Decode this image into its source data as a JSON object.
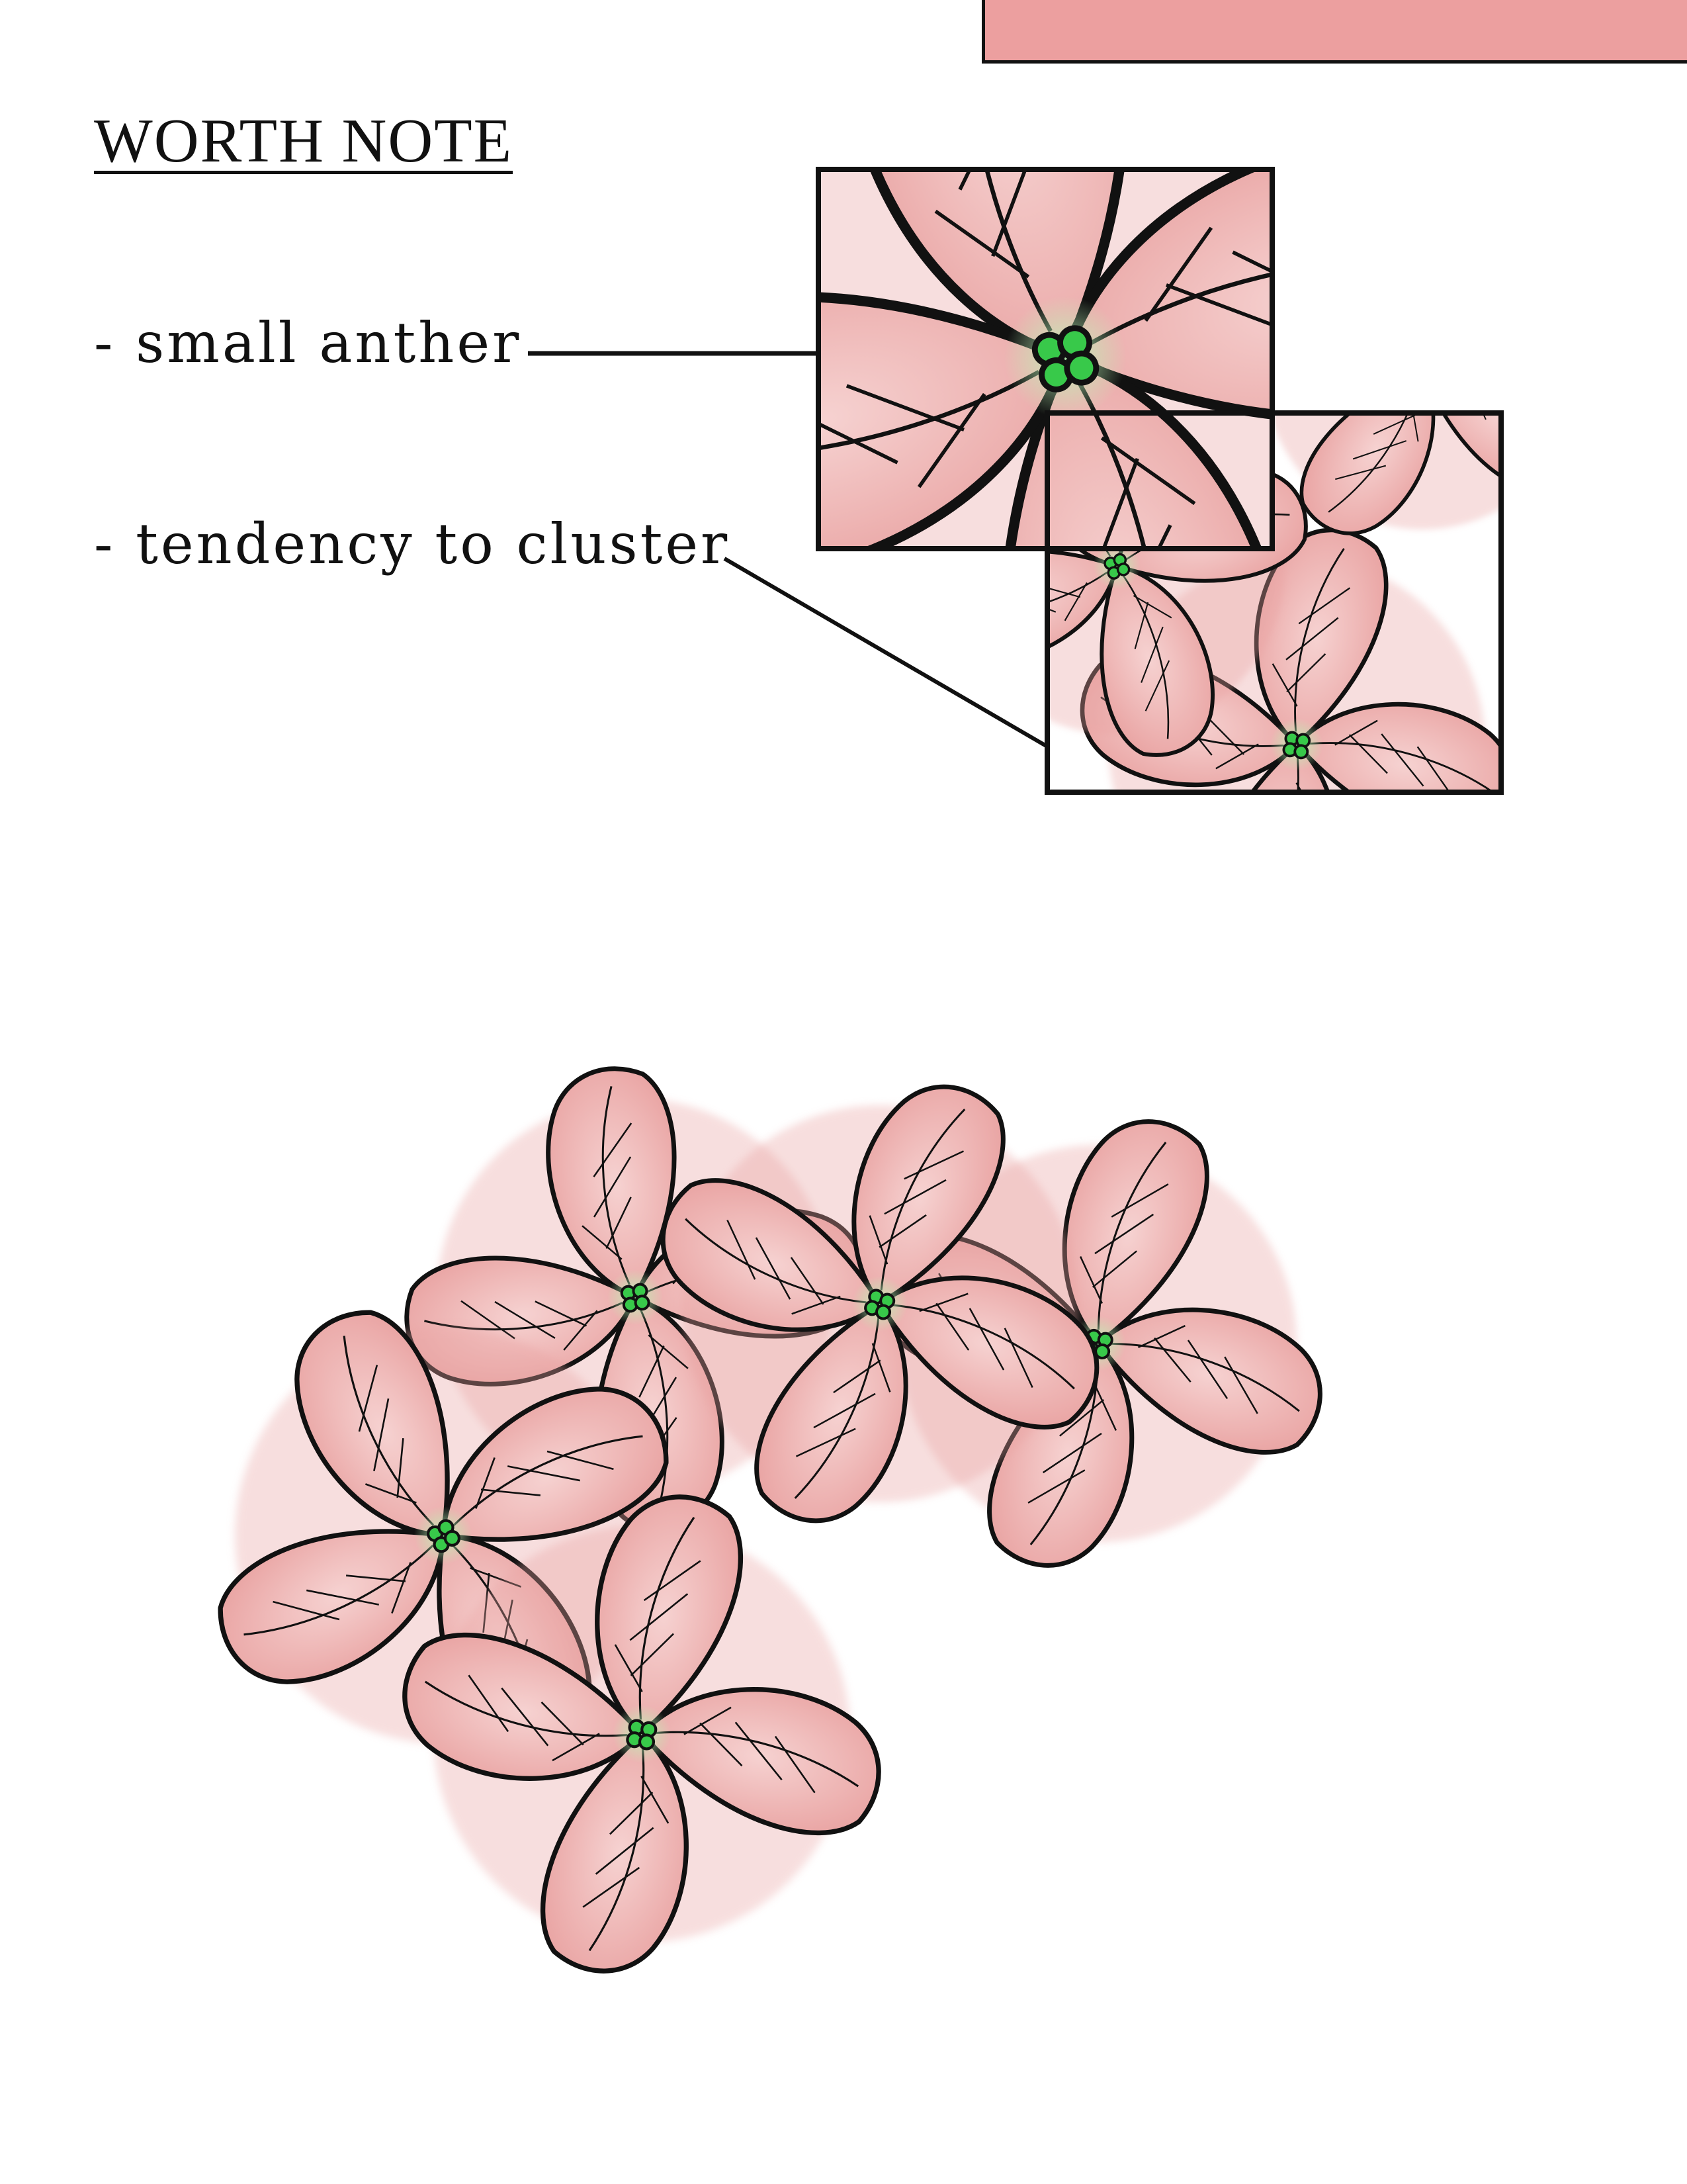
{
  "heading": "WORTH NOTE",
  "notes": [
    {
      "text": "- small anther"
    },
    {
      "text": "- tendency to cluster"
    }
  ],
  "colors": {
    "petal": "#e9a3a2",
    "petal_light": "#f6d2d1",
    "anther": "#38c94a",
    "anther_glow": "#bdf5b8",
    "outline": "#111111",
    "corner_bar": "#ec9f9f"
  },
  "icons": [
    "hydrangea-flower-illustration",
    "magnified-anther-inset",
    "cluster-inset"
  ]
}
